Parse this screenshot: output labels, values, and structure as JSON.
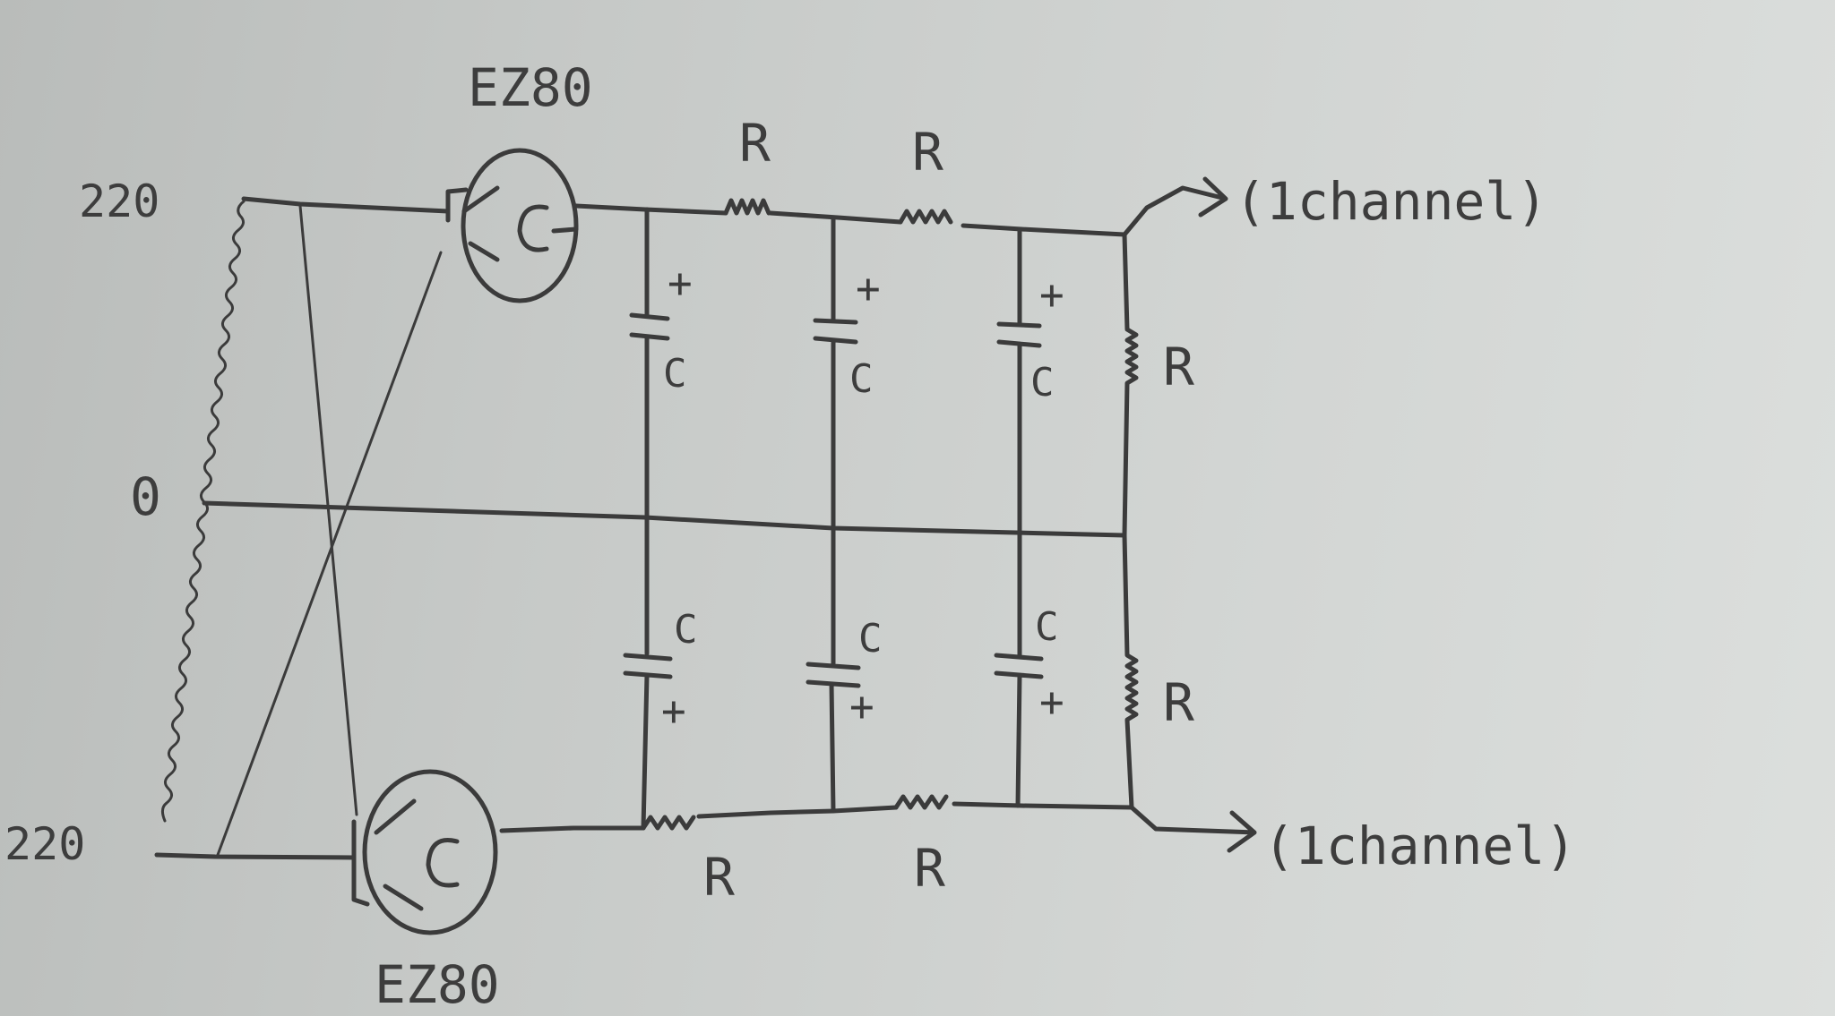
{
  "labels": {
    "top_tube": "EZ80",
    "bottom_tube": "EZ80",
    "input_top": "220",
    "input_center": "0",
    "input_bottom": "220",
    "resistor": "R",
    "capacitor": "C",
    "plus": "+",
    "output_top": "(1channel)",
    "output_bottom": "(1channel)"
  },
  "colors": {
    "paper": "#c6c9c7",
    "ink": "#3b3b3b"
  }
}
